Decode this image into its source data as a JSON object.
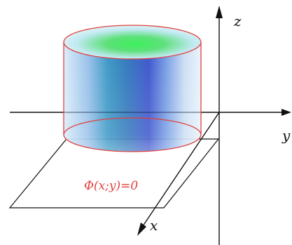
{
  "axes": {
    "x_label": "x",
    "y_label": "y",
    "z_label": "z"
  },
  "curve_label": "Φ(x;y)=0",
  "colors": {
    "axis": "#111111",
    "cylinder_edge": "#e0413f",
    "curve_label": "#e0413f",
    "top_center": "#22e04a",
    "body_dark": "#1f6fd0",
    "body_light": "#cfe6f8"
  }
}
